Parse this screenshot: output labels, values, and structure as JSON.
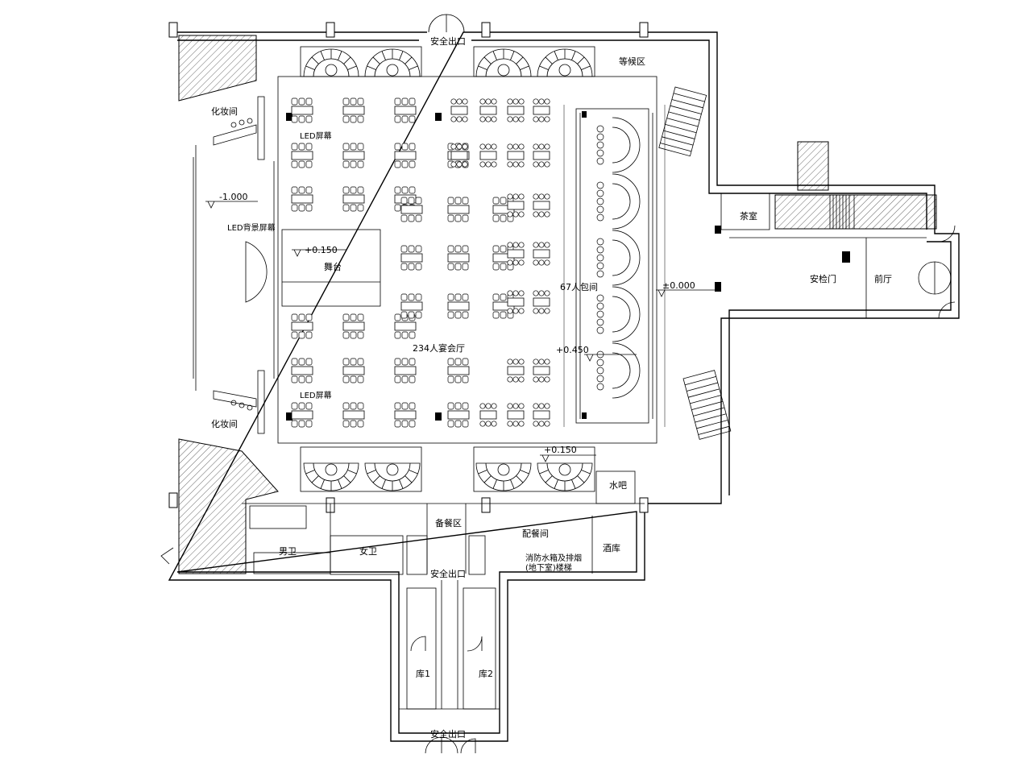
{
  "drawing": {
    "rooms": {
      "exit_top": "安全出口",
      "waiting_area": "等候区",
      "dressing_top": "化妆间",
      "dressing_bottom": "化妆间",
      "led_top": "LED屏幕",
      "led_bottom": "LED屏幕",
      "led_stage": "LED背景屏幕",
      "stage": "舞台",
      "banquet": "234人宴会厅",
      "vip_room": "67人包间",
      "lounge": "茶室",
      "security": "安检门",
      "front_desk": "前厅",
      "water_bar": "水吧",
      "toilet_male": "男卫",
      "toilet_female": "女卫",
      "service_corridor": "备餐区",
      "kitchen_prep": "配餐间",
      "fire_stair": "消防水箱及排烟",
      "fire_stair_sub": "(地下室)楼梯",
      "wine_store": "酒库",
      "exit_bottom_mid": "安全出口",
      "store1": "库1",
      "store2": "库2",
      "exit_bottom": "安全出口"
    },
    "elevations": {
      "e1": "-1.000",
      "e2": "+0.150",
      "e3": "+0.450",
      "e4": "±0.000",
      "e5": "+0.150"
    }
  }
}
